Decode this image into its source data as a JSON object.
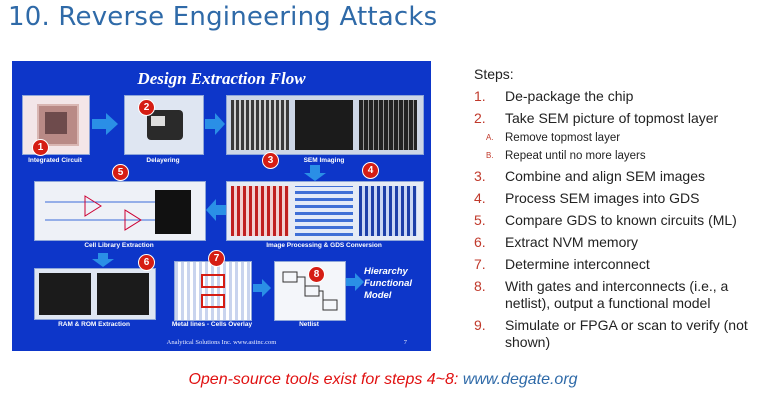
{
  "title": "10. Reverse Engineering Attacks",
  "slide": {
    "title": "Design Extraction Flow",
    "captions": {
      "ic": "Integrated Circuit",
      "delayering": "Delayering",
      "sem": "SEM Imaging",
      "cell_library": "Cell Library Extraction",
      "image_processing": "Image Processing & GDS Conversion",
      "ram_rom": "RAM & ROM Extraction",
      "metal": "Metal lines - Cells Overlay",
      "netlist": "Netlist",
      "hierarchy": "Hierarchy Functional Model"
    },
    "numbers": [
      "1",
      "2",
      "3",
      "4",
      "5",
      "6",
      "7",
      "8"
    ],
    "footer": "Analytical Solutions Inc. www.asiinc.com",
    "page": "7"
  },
  "steps": {
    "heading": "Steps:",
    "items": [
      {
        "n": "1.",
        "text": "De-package the chip"
      },
      {
        "n": "2.",
        "text": "Take SEM picture of topmost layer"
      },
      {
        "n": "3.",
        "text": "Combine and align SEM images"
      },
      {
        "n": "4.",
        "text": "Process SEM images into GDS"
      },
      {
        "n": "5.",
        "text": "Compare GDS to known circuits (ML)"
      },
      {
        "n": "6.",
        "text": "Extract NVM memory"
      },
      {
        "n": "7.",
        "text": "Determine interconnect"
      },
      {
        "n": "8.",
        "text": "With gates and interconnects (i.e., a netlist), output a functional model"
      },
      {
        "n": "9.",
        "text": "Simulate or FPGA or scan to verify (not shown)"
      }
    ],
    "sub": [
      {
        "n": "A.",
        "text": "Remove topmost layer"
      },
      {
        "n": "B.",
        "text": "Repeat until no more layers"
      }
    ]
  },
  "footer_note": {
    "text": "Open-source tools exist for steps 4~8: ",
    "link": "www.degate.org"
  }
}
